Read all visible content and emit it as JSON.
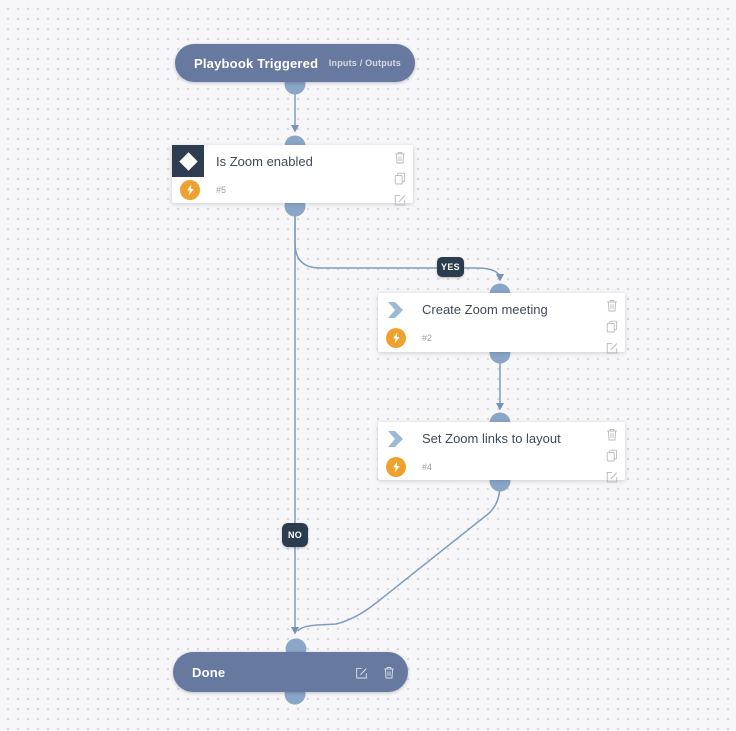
{
  "colors": {
    "canvas_bg": "#f7f7f9",
    "grid_dot": "#d6d6db",
    "node_header_blue": "#67799e",
    "badge_navy": "#2c3c4f",
    "condition_icon_navy": "#2e3e50",
    "automation_orange": "#efa12f",
    "edge_line": "#7f9cbe",
    "port_circle": "#8aa6c6"
  },
  "start_node": {
    "title": "Playbook Triggered",
    "link_label": "Inputs / Outputs"
  },
  "condition_node": {
    "title": "Is Zoom enabled",
    "task_id": "#5"
  },
  "branch_labels": {
    "yes": "YES",
    "no": "NO"
  },
  "task_nodes": [
    {
      "title": "Create Zoom meeting",
      "task_id": "#2"
    },
    {
      "title": "Set Zoom links to layout",
      "task_id": "#4"
    }
  ],
  "end_node": {
    "title": "Done"
  }
}
